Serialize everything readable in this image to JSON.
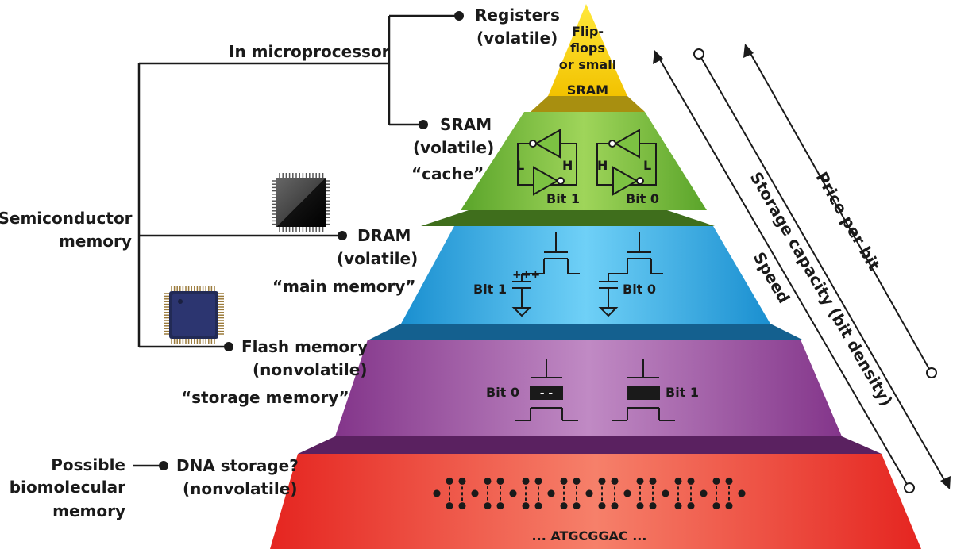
{
  "left": {
    "in_microprocessor": "In microprocessor",
    "semiconductor_1": "Semiconductor",
    "semiconductor_2": "memory",
    "biomolecular_1": "Possible",
    "biomolecular_2": "biomolecular",
    "biomolecular_3": "memory"
  },
  "levels": {
    "registers": {
      "name": "Registers",
      "type": "(volatile)",
      "inner_1": "Flip-",
      "inner_2": "flops",
      "inner_3": "or small",
      "inner_4": "SRAM"
    },
    "sram": {
      "name": "SRAM",
      "type": "(volatile)",
      "nickname": "“cache”",
      "bit1": "Bit 1",
      "bit0": "Bit 0",
      "l_left": "L",
      "h_left": "H",
      "h_right": "H",
      "l_right": "L"
    },
    "dram": {
      "name": "DRAM",
      "type": "(volatile)",
      "nickname": "“main memory”",
      "bit1": "Bit 1",
      "bit0": "Bit 0"
    },
    "flash": {
      "name": "Flash memory",
      "type": "(nonvolatile)",
      "nickname": "“storage memory”",
      "bit0": "Bit 0",
      "bit1": "Bit 1"
    },
    "dna": {
      "name": "DNA storage?",
      "type": "(nonvolatile)",
      "sequence": "... ATGCGGAC ..."
    }
  },
  "axes": {
    "speed": "Speed",
    "storage": "Storage capacity (bit density)",
    "price": "Price per bit"
  },
  "colors": {
    "registers": "#f5d000",
    "sram": "#7cc242",
    "dram": "#27a9e1",
    "flash": "#9b4f9f",
    "dna": "#ee3b2f"
  }
}
